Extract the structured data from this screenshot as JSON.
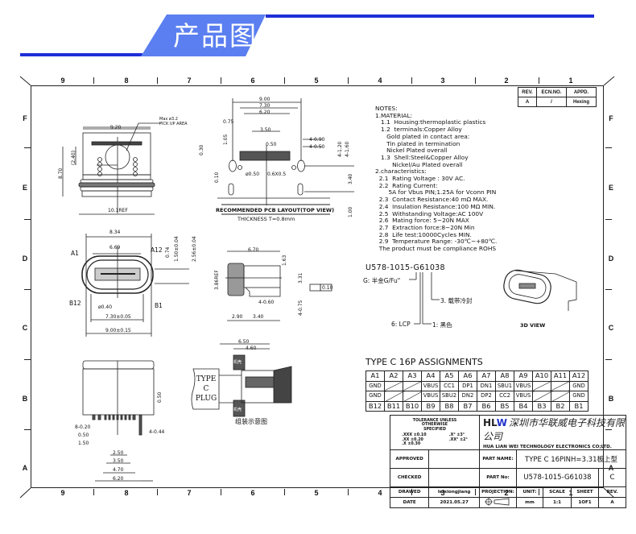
{
  "banner": {
    "title": "产品图纸",
    "accent": "#1e2fd6",
    "shape_color": "#5b7ff0"
  },
  "zones": {
    "columns": [
      "9",
      "8",
      "7",
      "6",
      "5",
      "4",
      "3",
      "2",
      "1"
    ],
    "rows": [
      "F",
      "E",
      "D",
      "C",
      "B",
      "A"
    ]
  },
  "revision_table": {
    "headers": [
      "REV.",
      "ECN.NO.",
      "APPD."
    ],
    "row": [
      "A",
      "/",
      "Hexing"
    ]
  },
  "notes": {
    "text": "NOTES:\n1.MATERIAL:\n   1.1  Housing:thermoplastic plastics\n   1.2  terminals:Copper Alloy\n      Gold plated in contact area:\n      Tin plated in termination\n      Nickel Plated overall\n   1.3  Shell:Steel&Copper Alloy\n         Nickel/Au Plated overall\n2.characteristics:\n  2.1  Rating Voltage : 30V AC.\n  2.2  Rating Current:\n       5A for Vbus PIN;1.25A for Vconn PIN\n  2.3  Contact Resistance:40 mΩ MAX.\n  2.4  Insulation Resistance:100 MΩ MIN.\n  2.5  Withstanding Voltage:AC 100V\n  2.6  Mating force: 5~20N MAX\n  2.7  Extraction force:8~20N Min\n  2.8  Life test:10000Cycles MIN.\n  2.9  Temperature Range: -30℃~+80℃.\n  The product must be compliance ROHS"
  },
  "part_code": {
    "code": "U578-1015-G61038",
    "callouts": [
      "G: 半金G/Fu\"",
      "3. 载带冷封",
      "6: LCP",
      "1: 黑色"
    ]
  },
  "view_labels": {
    "three_d": "3D VIEW",
    "pcb_layout": "RECOMMENDED PCB LAYOUT(TOP VIEW)",
    "thickness": "THICKNESS T=0.8mm",
    "assembly": "组装示意图",
    "plug": [
      "TYPE C",
      "PLUG"
    ],
    "shell": "机壳",
    "pick_up": [
      "Max ø3.2",
      "PICK UP AREA"
    ]
  },
  "dimensions": {
    "top_view": {
      "width": "9.20",
      "height": "8.70",
      "inner": "(2.40)",
      "ref": "10.1REF"
    },
    "pcb_layout": [
      "9.00",
      "7.30",
      "6.20",
      "0.75",
      "3.50",
      "0.50",
      "1.05",
      "0.30",
      "0.10",
      "ø0.50",
      "0.6X0.5",
      "4-0.90",
      "4-0.50",
      "4-1.20",
      "4-1.60",
      "3.40",
      "1.00"
    ],
    "front_view": {
      "outer": "8.34",
      "inner": "6.69",
      "pin_a1": "A1",
      "pin_a12": "A12",
      "pin_b12": "B12",
      "pin_b1": "B1",
      "hole": "ø0.40",
      "pitch_a": "7.30±0.05",
      "pitch_b": "9.00±0.15",
      "v1": "0.74",
      "v2": "1.50±0.04",
      "v3": "2.56±0.04"
    },
    "side_view": {
      "length": "6.70",
      "h1": "1.63",
      "h2": "3.31",
      "ref": "3.86REF",
      "flatness": "0.10",
      "pins": "4-0.60",
      "a": "2.90",
      "b": "3.40",
      "tail": "4-0.75"
    },
    "bottom_view": {
      "h": "0.50",
      "pins": "8-0.20",
      "p1": "0.50",
      "p2": "1.50",
      "w1": "2.50",
      "w2": "3.50",
      "w3": "4.70",
      "w4": "6.20",
      "tail": "4-0.44"
    },
    "assembly": {
      "d1": "6.50",
      "d2": "4.60"
    }
  },
  "pin_assignments": {
    "title": "TYPE C 16P ASSIGNMENTS",
    "top_pins": [
      "A1",
      "A2",
      "A3",
      "A4",
      "A5",
      "A6",
      "A7",
      "A8",
      "A9",
      "A10",
      "A11",
      "A12"
    ],
    "top_signals": [
      "GND",
      "",
      "",
      "VBUS",
      "CC1",
      "DP1",
      "DN1",
      "SBU1",
      "VBUS",
      "",
      "",
      "GND"
    ],
    "bottom_signals": [
      "GND",
      "",
      "",
      "VBUS",
      "SBU2",
      "DN2",
      "DP2",
      "CC2",
      "VBUS",
      "",
      "",
      "GND"
    ],
    "bottom_pins": [
      "B12",
      "B11",
      "B10",
      "B9",
      "B8",
      "B7",
      "B6",
      "B5",
      "B4",
      "B3",
      "B2",
      "B1"
    ]
  },
  "title_block": {
    "tolerance_header": "TOLERANCE UNLESS OTHERWISE SPECIFIED",
    "tolerance_values": [
      ".XXX ±0.10",
      ".XX ±0.20",
      ".X ±0.30"
    ],
    "angle_values": [
      ".X° ±3°",
      ".XX° ±2°"
    ],
    "company_logo": "HLW",
    "company_cn": "深圳市华联威电子科技有限公司",
    "company_en": "HUA LIAN WEI TECHNOLOGY ELECTRONICS CO;LTD.",
    "approved_label": "APPROVED",
    "approved_value": "",
    "checked_label": "CHECKED",
    "checked_value": "",
    "drawed_label": "DRAWED",
    "drawed_value": "leixiongjiang",
    "date_label": "DATE",
    "date_value": "2021.05.27",
    "part_name_label": "PART NAME:",
    "part_name": "TYPE C 16PINH=3.31板上型",
    "part_no_label": "PART No:",
    "part_no": "U578-1015-G61038",
    "part_rev_letter": "C",
    "projection_label": "PROJECTION:",
    "unit_label": "UNIT:",
    "unit_value": "mm",
    "scale_label": "SCALE",
    "scale_value": "1:1",
    "sheet_label": "SHEET",
    "sheet_value": "1OF1",
    "rev_label": "REV.",
    "rev_value": "A"
  }
}
